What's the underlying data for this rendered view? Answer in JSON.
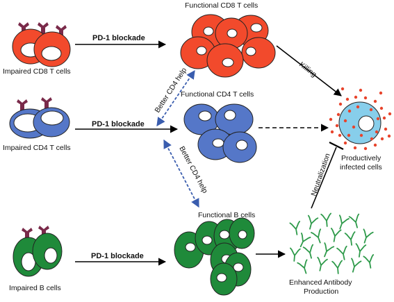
{
  "labels": {
    "functional_cd8": "Functional CD8 T cells",
    "impaired_cd8": "Impaired CD8 T cells",
    "impaired_cd4": "Impaired CD4 T cells",
    "functional_cd4": "Functional CD4 T cells",
    "functional_b": "Functional B cells",
    "impaired_b": "Impaired B cells",
    "pd1_blockade_top": "PD-1 blockade",
    "pd1_blockade_mid": "PD-1 blockade",
    "pd1_blockade_bottom": "PD-1 blockade",
    "better_cd4_help_top": "Better CD4 help",
    "better_cd4_help_bottom": "Better CD4 help",
    "killing": "Killing",
    "neutralization": "Neutralization",
    "productively_line1": "Productively",
    "productively_line2": "infected cells",
    "enhanced_line1": "Enhanced Antibody",
    "enhanced_line2": "Production"
  },
  "colors": {
    "cd8_fill": "#f24a2c",
    "cd4_fill": "#5577c8",
    "b_fill": "#1f8a3a",
    "receptor_body": "#7a2a4a",
    "receptor_tip": "#c23a5a",
    "infected_fill": "#87ceeb",
    "virion": "#e8442c",
    "help_arrow": "#3a5dae",
    "antibody": "#2e9a4a"
  }
}
